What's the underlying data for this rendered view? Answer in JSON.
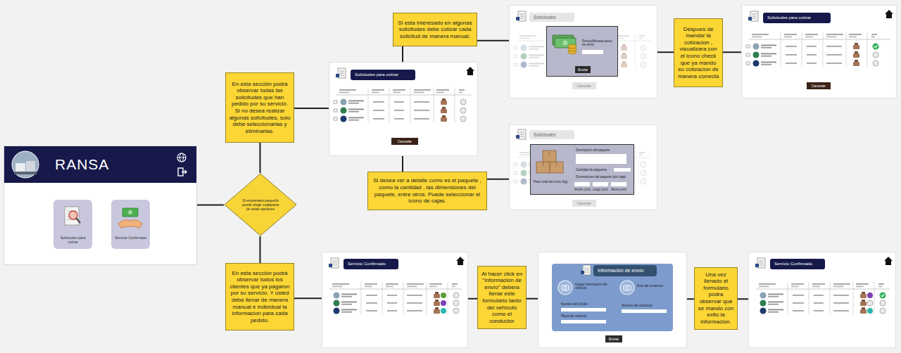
{
  "diagram": {
    "nodes": [
      {
        "text": [
          "RANSA"
        ]
      },
      {
        "text": [
          "Solicitudes para cotizar"
        ],
        "in": 0
      },
      {
        "text": [
          "Servicio Confirmado"
        ],
        "in": 0
      },
      {
        "text": [
          "Si empresario pequeño puede elegir cualquiera de estas opciones"
        ]
      },
      {
        "text": [
          "En esta sección podrá observar todas las solicitudes que han pedido por su servicio. Si no desea realizar algunas solicitudes, solo debe seleccionarlas y eliminarlas."
        ]
      },
      {
        "text": [
          "Solicitudes para cotizar",
          "Cancelar"
        ]
      },
      {
        "text": [
          "Si esta interesado en algunas solicitudes debe cotizar cada solicitud de manera manual."
        ]
      },
      {
        "text": [
          "Solicitudes",
          "Cancelar"
        ]
      },
      {
        "text": [
          "Precio(Moneda peso) de envio",
          "Enviar"
        ],
        "in": 7
      },
      {
        "text": [
          "Despues de mandar la cotizacion , visualizara con el icono check que ya mando su cotizacion de manera correcta"
        ]
      },
      {
        "text": [
          "Solicitudes para cotizar",
          "Cancelar"
        ]
      },
      {
        "text": [
          "Si desea ver a detalle como es el paquete , como la cantidad , las dimensiones del paquete, entre otros. Puede seleccionar el icono de cajas."
        ]
      },
      {
        "text": [
          "Solicitudes",
          "Cancelar"
        ]
      },
      {
        "text": [
          "Descripción del paquete",
          "Cantidad de paquetes",
          "Dimensiones del paquete (por caja)",
          "Ancho (cm)",
          "Largo (cm)",
          "Altura (cm)",
          "Peso total del envío (kg)"
        ],
        "in": 12
      },
      {
        "text": [
          "En esta sección podrá observar todos los clientes que ya pagaron por su servicio. Y usted debe llenar de manera manual e individual la informacion para cada pedido."
        ]
      },
      {
        "text": [
          "Servicio Confirmado"
        ]
      },
      {
        "text": [
          "Al hacer click en \"Información de envío\" debera llenar este formulario tanto del vehiculo como el conductor"
        ]
      },
      {
        "text": [
          "Información de envío",
          "Cargar información del vehiculo",
          "Foto del conductor",
          "Nombre del Chofer",
          "Placa del vehiculo",
          "Numero del conductor",
          "Enviar"
        ]
      },
      {
        "text": [
          "Una vez llenado el formulario podra observar que se mando con exito la informacion."
        ]
      },
      {
        "text": [
          "Servicio Confirmado"
        ]
      }
    ],
    "edges": [
      {
        "from": 0,
        "to": 3,
        "arrow": "none"
      },
      {
        "from": 3,
        "to": 4,
        "arrow": "none"
      },
      {
        "from": 3,
        "to": 14,
        "arrow": "none"
      },
      {
        "from": 4,
        "to": 5,
        "arrow": "none"
      },
      {
        "from": 5,
        "to": 6,
        "arrow": "none"
      },
      {
        "from": 6,
        "to": 7,
        "arrow": "none"
      },
      {
        "from": 7,
        "to": 9,
        "arrow": "none"
      },
      {
        "from": 9,
        "to": 10,
        "arrow": "none"
      },
      {
        "from": 5,
        "to": 11,
        "arrow": "none"
      },
      {
        "from": 11,
        "to": 12,
        "arrow": "none"
      },
      {
        "from": 14,
        "to": 15,
        "arrow": "none"
      },
      {
        "from": 15,
        "to": 16,
        "arrow": "none"
      },
      {
        "from": 16,
        "to": 17,
        "arrow": "none"
      },
      {
        "from": 17,
        "to": 18,
        "arrow": "none"
      },
      {
        "from": 18,
        "to": 19,
        "arrow": "none"
      }
    ]
  }
}
